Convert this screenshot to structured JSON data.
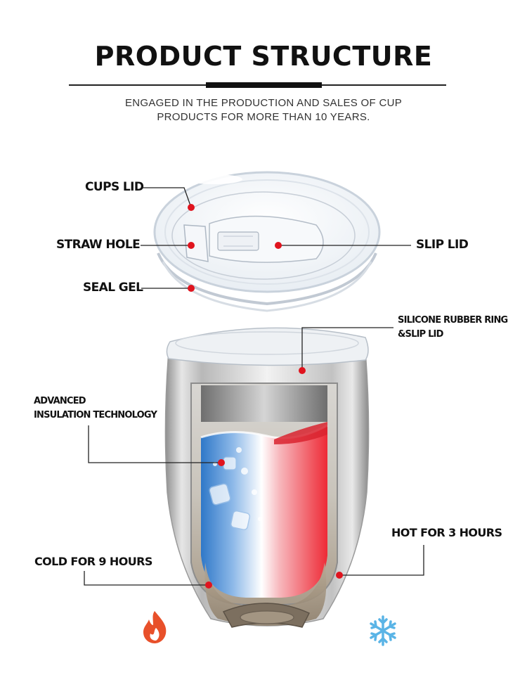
{
  "header": {
    "title": "PRODUCT STRUCTURE",
    "subtitle_line1": "ENGAGED IN THE PRODUCTION AND SALES OF CUP",
    "subtitle_line2": "PRODUCTS FOR MORE THAN 10 YEARS."
  },
  "labels": {
    "cups_lid": "CUPS LID",
    "straw_hole": "STRAW HOLE",
    "slip_lid": "SLIP LID",
    "seal_gel": "SEAL GEL",
    "silicone_line1": "SILICONE RUBBER RING",
    "silicone_line2": "&SLIP LID",
    "insulation_line1": "ADVANCED",
    "insulation_line2": "INSULATION TECHNOLOGY",
    "hot": "HOT FOR 3 HOURS",
    "cold": "COLD FOR 9 HOURS"
  },
  "icons": {
    "hot": "fire-icon",
    "cold": "snowflake-icon"
  },
  "colors": {
    "marker": "#e0141e",
    "fire": "#e8502a",
    "snowflake": "#5ab4e6",
    "hot_liquid": "#f0303c",
    "cold_liquid": "#3a86d8"
  }
}
